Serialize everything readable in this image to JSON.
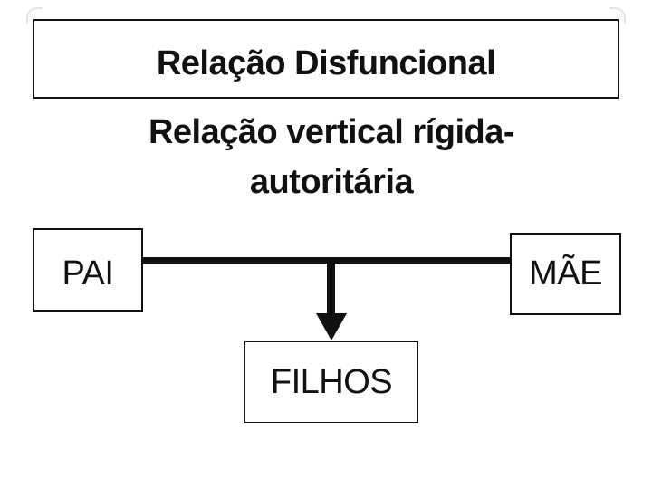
{
  "slide": {
    "title": "Relação Disfuncional",
    "subtitle": {
      "line1": "Relação vertical rígida-",
      "line2": "autoritária"
    },
    "nodes": {
      "father_label": "PAI",
      "mother_label": "MÃE",
      "children_label": "FILHOS"
    },
    "colors": {
      "ink": "#111111",
      "background": "#ffffff",
      "corner_artifact": "#e4e4e4"
    }
  }
}
